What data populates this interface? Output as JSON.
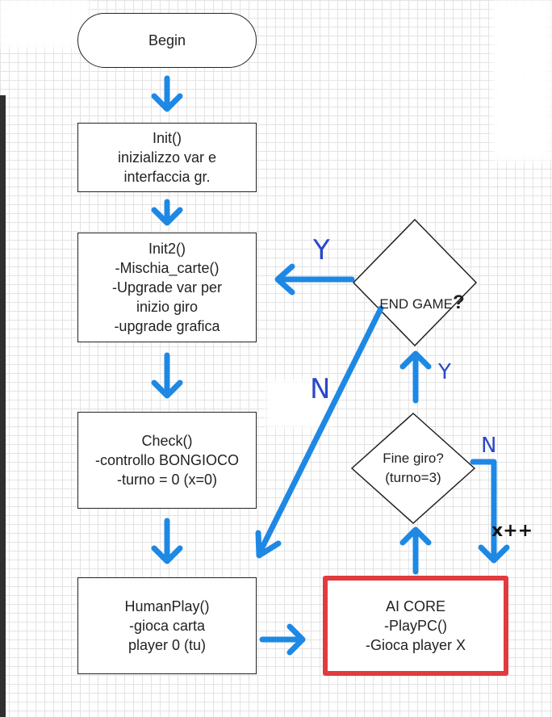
{
  "flowchart": {
    "begin": "Begin",
    "init": "Init()\ninizializzo var e\ninterfaccia gr.",
    "init2": "Init2()\n-Mischia_carte()\n-Upgrade var per\ninizio giro\n-upgrade grafica",
    "check": "Check()\n-controllo BONGIOCO\n-turno = 0 (x=0)",
    "human_play": "HumanPlay()\n-gioca carta\nplayer 0 (tu)",
    "ai_core": "AI CORE\n-PlayPC()\n-Gioca player X",
    "fine_giro": "Fine giro?\n(turno=3)",
    "end_game": "END GAME",
    "end_game_q": "?"
  },
  "annotations": {
    "end_game_yes": "Y",
    "end_game_no": "N",
    "fine_giro_yes": "Y",
    "fine_giro_no": "N",
    "increment": "x++"
  },
  "colors": {
    "arrow": "#1e88e5",
    "annotation": "#2b48c9",
    "highlight_border": "#e23b3f",
    "node_border": "#222222"
  }
}
